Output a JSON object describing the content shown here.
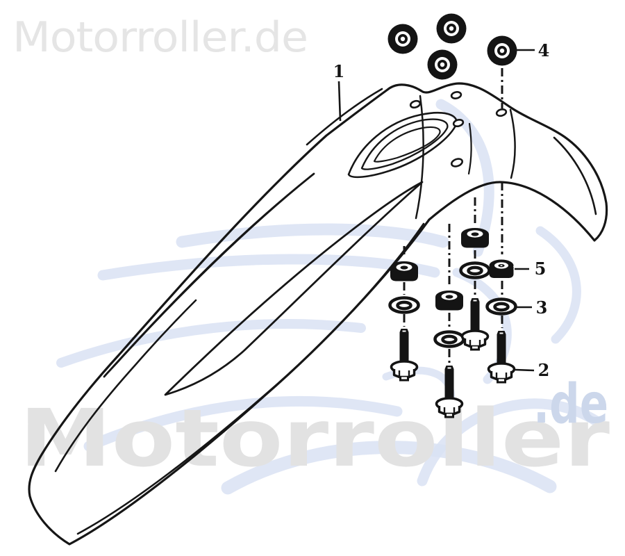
{
  "watermarks": {
    "header": "Motorroller.de",
    "giant": "Motorroller",
    "giant_suffix": ".de"
  },
  "colors": {
    "background": "#ffffff",
    "line": "#161616",
    "watermark_gray": "#e2e2e2",
    "watermark_header_gray": "#e5e5e5",
    "watermark_blue": "#d9e2f3",
    "suffix_blue": "#ccd7eb"
  },
  "diagram": {
    "subject": "front-fender-exploded-parts-view",
    "callouts": [
      {
        "label": "1",
        "part": "front-fender"
      },
      {
        "label": "4",
        "part": "flange-nut"
      },
      {
        "label": "5",
        "part": "rubber-grommet"
      },
      {
        "label": "3",
        "part": "washer"
      },
      {
        "label": "2",
        "part": "flange-bolt"
      }
    ]
  }
}
